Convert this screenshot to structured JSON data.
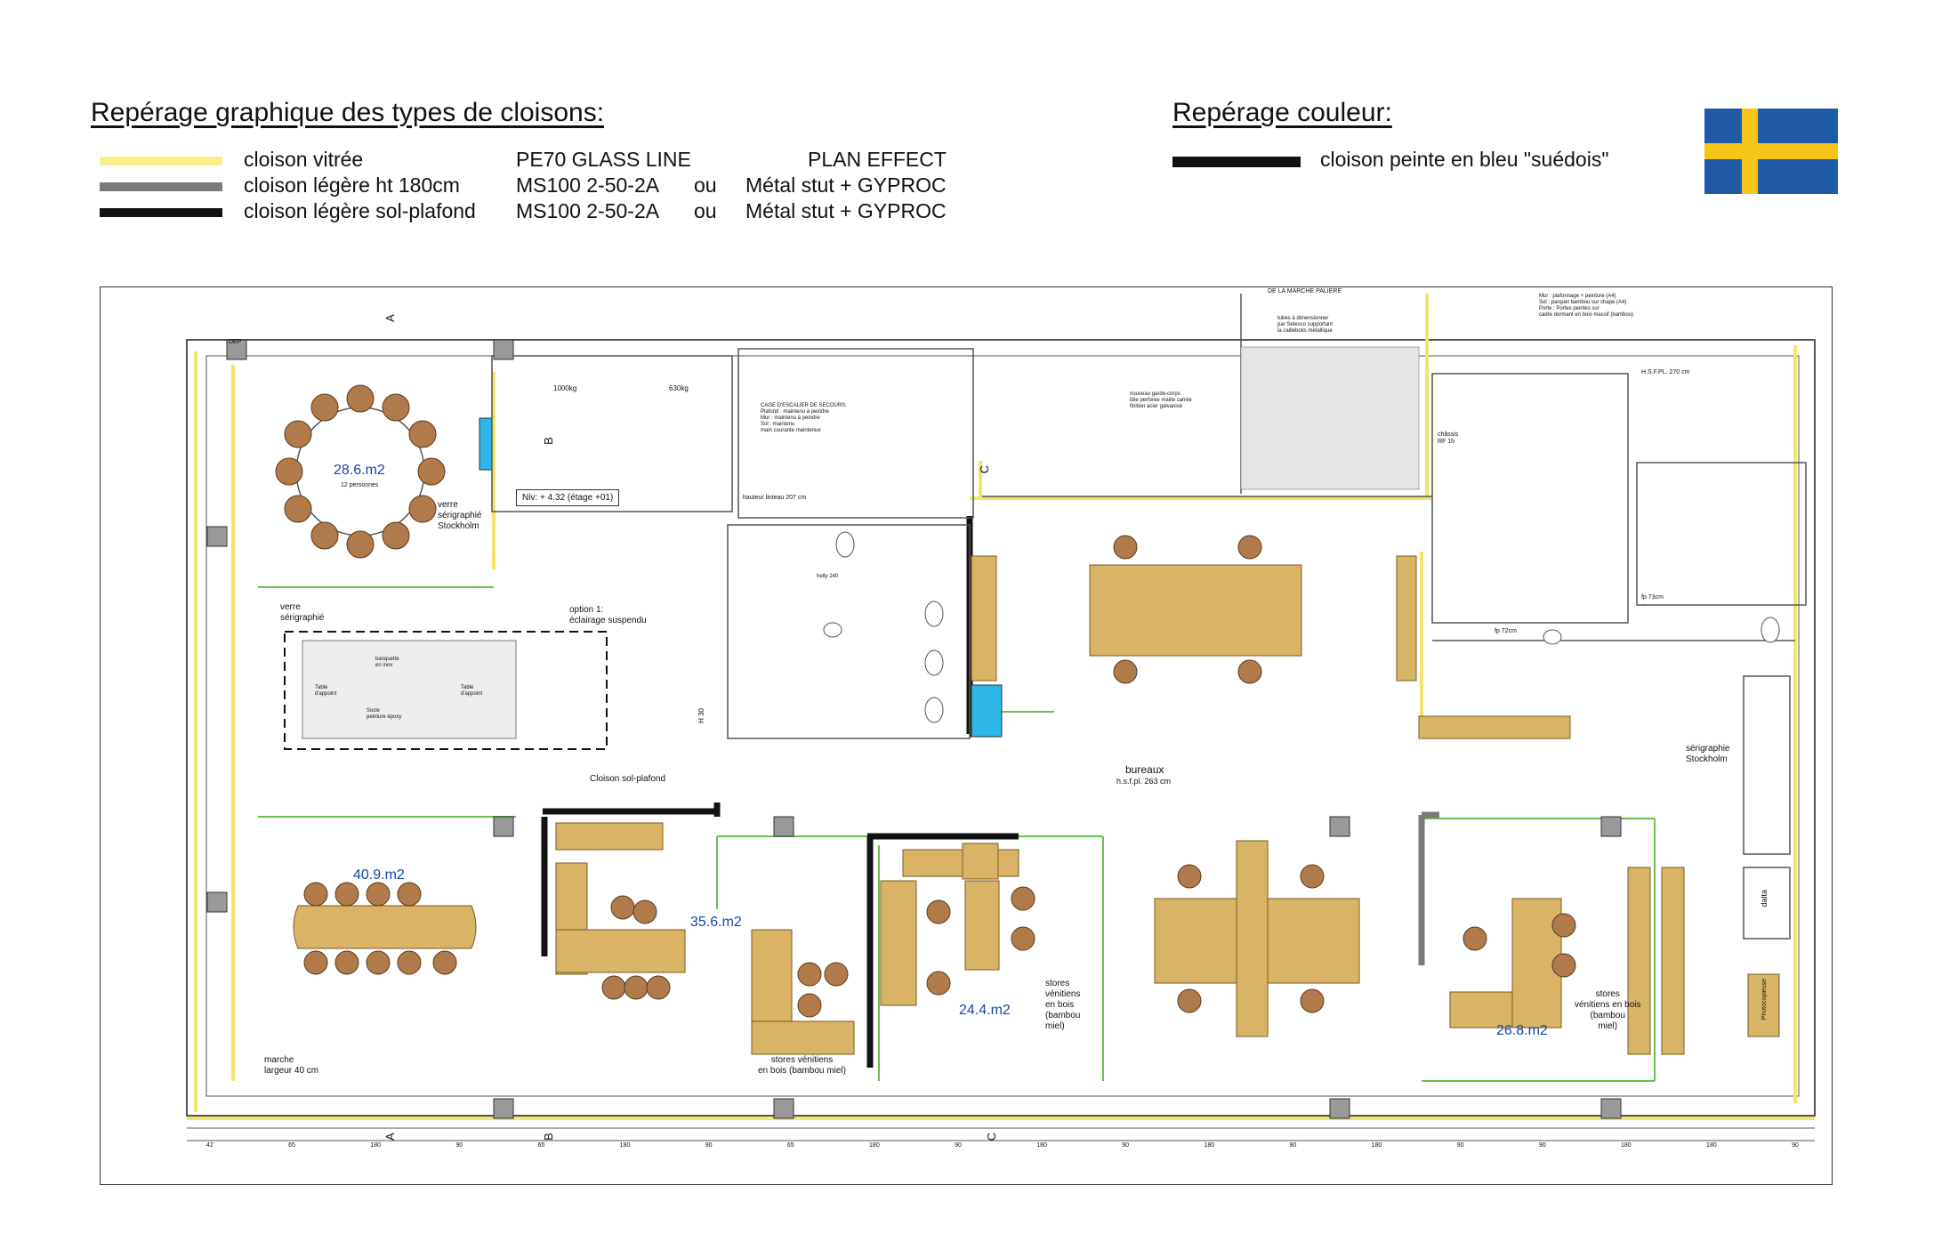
{
  "legend": {
    "title": "Repérage graphique des types de cloisons:",
    "rows": [
      {
        "label": "cloison vitrée",
        "product": "PE70 GLASS LINE",
        "alt_sep": "",
        "alt": "PLAN EFFECT",
        "color": "#f7f08a"
      },
      {
        "label": "cloison légère ht 180cm",
        "product": "MS100 2-50-2A",
        "alt_sep": "ou",
        "alt": "Métal stut + GYPROC",
        "color": "#7a7a7a"
      },
      {
        "label": "cloison légère sol-plafond",
        "product": "MS100 2-50-2A",
        "alt_sep": "ou",
        "alt": "Métal stut + GYPROC",
        "color": "#111111"
      }
    ]
  },
  "color_legend": {
    "title": "Repérage couleur:",
    "label": "cloison peinte en bleu \"suédois\"",
    "swatch_color": "#111111",
    "flag_colors": {
      "blue": "#1f5aa6",
      "yellow": "#f5c518"
    }
  },
  "plan": {
    "areas": [
      "28.6.m2",
      "40.9.m2",
      "35.6.m2",
      "24.4.m2",
      "26.8.m2"
    ],
    "area_color": "#1646a8",
    "texts": {
      "persons": "12 personnes",
      "verre_serigraphie_stockholm": [
        "verre",
        "sérigraphié",
        "Stockholm"
      ],
      "verre_serigraphie": [
        "verre",
        "sérigraphié"
      ],
      "niveau": "Niv: + 4.32 (étage +01)",
      "option": [
        "option 1:",
        "éclairage suspendu"
      ],
      "cloison_sol_plafond": "Cloison sol-plafond",
      "bureaux": "bureaux",
      "hsfpl": "h.s.f.pl. 263 cm",
      "serigraphie_stockholm_right": [
        "sérigraphie",
        "Stockholm"
      ],
      "marche": [
        "marche",
        "largeur 40 cm"
      ],
      "stores_bambou": [
        "stores vénitiens",
        "en bois (bambou miel)"
      ],
      "stores_bois_miel": [
        "stores",
        "vénitiens",
        "en bois",
        "(bambou",
        "miel)"
      ],
      "stores_bois_bambou_right": [
        "stores",
        "vénitiens en bois",
        "(bambou",
        "miel)"
      ],
      "cage": [
        "CAGE D'ESCALIER DE SECOURS:",
        "Plafond : maintenu à peindre",
        "Mur : maintenu à peindre",
        "Sol : maintenu",
        "main courante maintenue"
      ],
      "hauteur_linteau": "hauteur linteau 207 cm",
      "nouveau_garde_corps": [
        "nouveau garde-corps",
        "tôle perforée maille carrée",
        "finition acier galvanisé"
      ],
      "de_la_marche": "DE LA MARCHE PALIERE",
      "top_right_notes": [
        "Mur : plafonnage + peinture (A4)",
        "Sol : parquet bambou sur chape (A4)",
        "Porte : Portes peintes sur",
        "cadre dormant en bois massif (bambou)"
      ],
      "hsfpl_270": "H.S.F.PL. 270 cm",
      "chassis": [
        "châssis",
        "RF 1h"
      ],
      "tubes": [
        "tubes à dimensionner",
        "par Setesco supportant",
        "la caillebotis métallique"
      ],
      "kg_1000": "1000kg",
      "kg_630": "630kg",
      "dep": "DEP",
      "photocopieuse": "Photocopieuse",
      "dalta": "dalta",
      "section_labels": [
        "A",
        "B",
        "C"
      ],
      "h30": "H 30",
      "banquette": [
        "banquette",
        "en inox"
      ],
      "table_appoint": [
        "Table",
        "d'appoint"
      ],
      "socle": [
        "Socle",
        "peinture époxy"
      ],
      "helty": "helty 240",
      "fp73": "fp 73cm",
      "fp72": "fp 72cm"
    },
    "dims": [
      "42",
      "65",
      "180",
      "90",
      "65",
      "180",
      "90",
      "65",
      "180",
      "90",
      "180",
      "90",
      "180",
      "90",
      "180",
      "90",
      "90",
      "180",
      "180",
      "90"
    ],
    "furniture_color": "#d9b466",
    "chair_color": "#b07a4a",
    "glass_partition_color": "#f2e66a",
    "green_line_color": "#66c24a",
    "blue_wall_color": "#2fb6e8"
  }
}
